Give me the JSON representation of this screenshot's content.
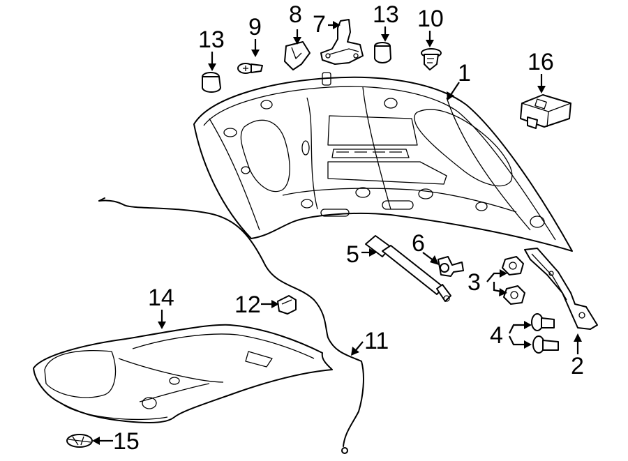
{
  "callouts": {
    "c1": "1",
    "c2": "2",
    "c3": "3",
    "c4": "4",
    "c5": "5",
    "c6": "6",
    "c7": "7",
    "c8": "8",
    "c9": "9",
    "c10": "10",
    "c11": "11",
    "c12": "12",
    "c13a": "13",
    "c13b": "13",
    "c14": "14",
    "c15": "15",
    "c16": "16"
  }
}
